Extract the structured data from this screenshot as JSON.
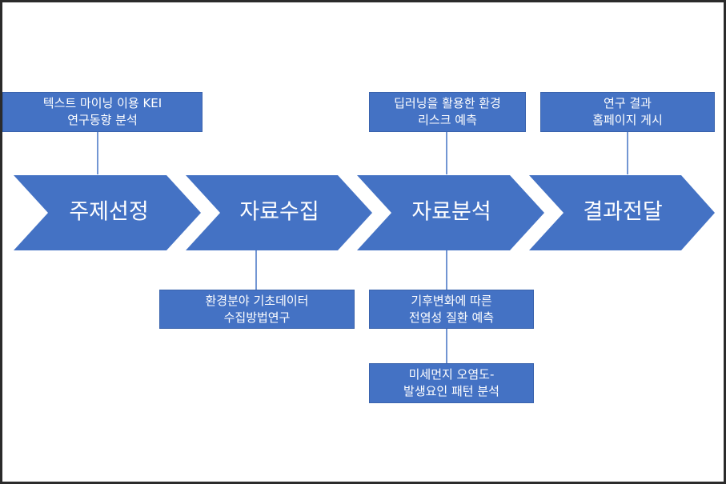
{
  "colors": {
    "shape_fill": "#4472c4",
    "connector": "#4472c4",
    "text": "#ffffff",
    "border": "#2b2b2b"
  },
  "stages": [
    {
      "label": "주제선정"
    },
    {
      "label": "자료수집"
    },
    {
      "label": "자료분석"
    },
    {
      "label": "결과전달"
    }
  ],
  "boxes": {
    "text_mining": {
      "line1": "텍스트 마이닝 이용 KEI",
      "line2": "연구동향 분석"
    },
    "deep_learning": {
      "line1": "딥러닝을 활용한 환경",
      "line2": "리스크 예측"
    },
    "homepage": {
      "line1": "연구 결과",
      "line2": "홈페이지 게시"
    },
    "basic_data": {
      "line1": "환경분야 기초데이터",
      "line2": "수집방법연구"
    },
    "climate": {
      "line1": "기후변화에 따른",
      "line2": "전염성 질환 예측"
    },
    "fine_dust": {
      "line1": "미세먼지 오염도-",
      "line2": "발생요인 패턴 분석"
    }
  }
}
